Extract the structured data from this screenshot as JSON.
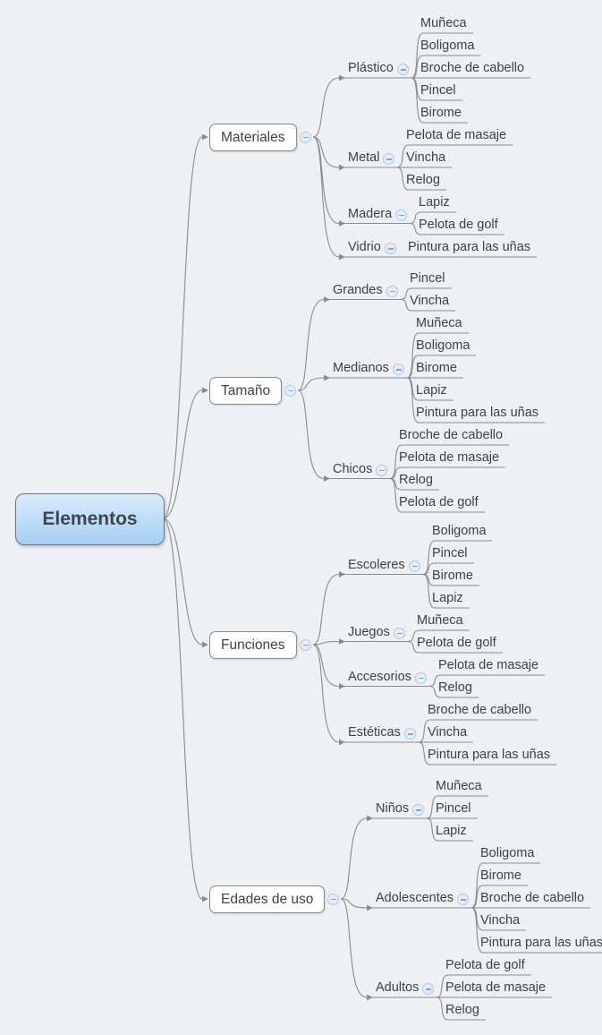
{
  "app": {
    "view": "mind-map"
  },
  "colors": {
    "bg": "#eef0f3",
    "line": "#878c92",
    "text": "#3e4248",
    "box_border": "#85898e",
    "root_grad_top": "#d8ecfc",
    "root_grad_bottom": "#a6cef2",
    "root_border": "#6d7680",
    "collapse_border": "#a6c1e0",
    "collapse_fill": "#e3eefa",
    "collapse_glyph": "#6f9cd1"
  },
  "icons": {
    "collapse": "minus-icon"
  },
  "mindmap": {
    "root": {
      "label": "Elementos"
    },
    "branches": [
      {
        "label": "Materiales",
        "children": [
          {
            "label": "Plástico",
            "children": [
              "Muñeca",
              "Boligoma",
              "Broche de cabello",
              "Pincel",
              "Birome"
            ]
          },
          {
            "label": "Metal",
            "children": [
              "Pelota de masaje",
              "Vincha",
              "Relog"
            ]
          },
          {
            "label": "Madera",
            "children": [
              "Lapiz",
              "Pelota de golf"
            ]
          },
          {
            "label": "Vidrio",
            "children": [
              "Pintura para las uñas"
            ]
          }
        ]
      },
      {
        "label": "Tamaño",
        "children": [
          {
            "label": "Grandes",
            "children": [
              "Pincel",
              "Vincha"
            ]
          },
          {
            "label": "Medianos",
            "children": [
              "Muñeca",
              "Boligoma",
              "Birome",
              "Lapiz",
              "Pintura para las uñas"
            ]
          },
          {
            "label": "Chicos",
            "children": [
              "Broche de cabello",
              "Pelota de masaje",
              "Relog",
              "Pelota de golf"
            ]
          }
        ]
      },
      {
        "label": "Funciones",
        "children": [
          {
            "label": "Escoleres",
            "children": [
              "Boligoma",
              "Pincel",
              "Birome",
              "Lapiz"
            ]
          },
          {
            "label": "Juegos",
            "children": [
              "Muñeca",
              "Pelota de golf"
            ]
          },
          {
            "label": "Accesorios",
            "children": [
              "Pelota de masaje",
              "Relog"
            ]
          },
          {
            "label": "Estéticas",
            "children": [
              "Broche de cabello",
              "Vincha",
              "Pintura para las uñas"
            ]
          }
        ]
      },
      {
        "label": "Edades de uso",
        "children": [
          {
            "label": "Niños",
            "children": [
              "Muñeca",
              "Pincel",
              "Lapiz"
            ]
          },
          {
            "label": "Adolescentes",
            "children": [
              "Boligoma",
              "Birome",
              "Broche de cabello",
              "Vincha",
              "Pintura para las uñas"
            ]
          },
          {
            "label": "Adultos",
            "children": [
              "Pelota de golf",
              "Pelota de masaje",
              "Relog"
            ]
          }
        ]
      }
    ]
  }
}
